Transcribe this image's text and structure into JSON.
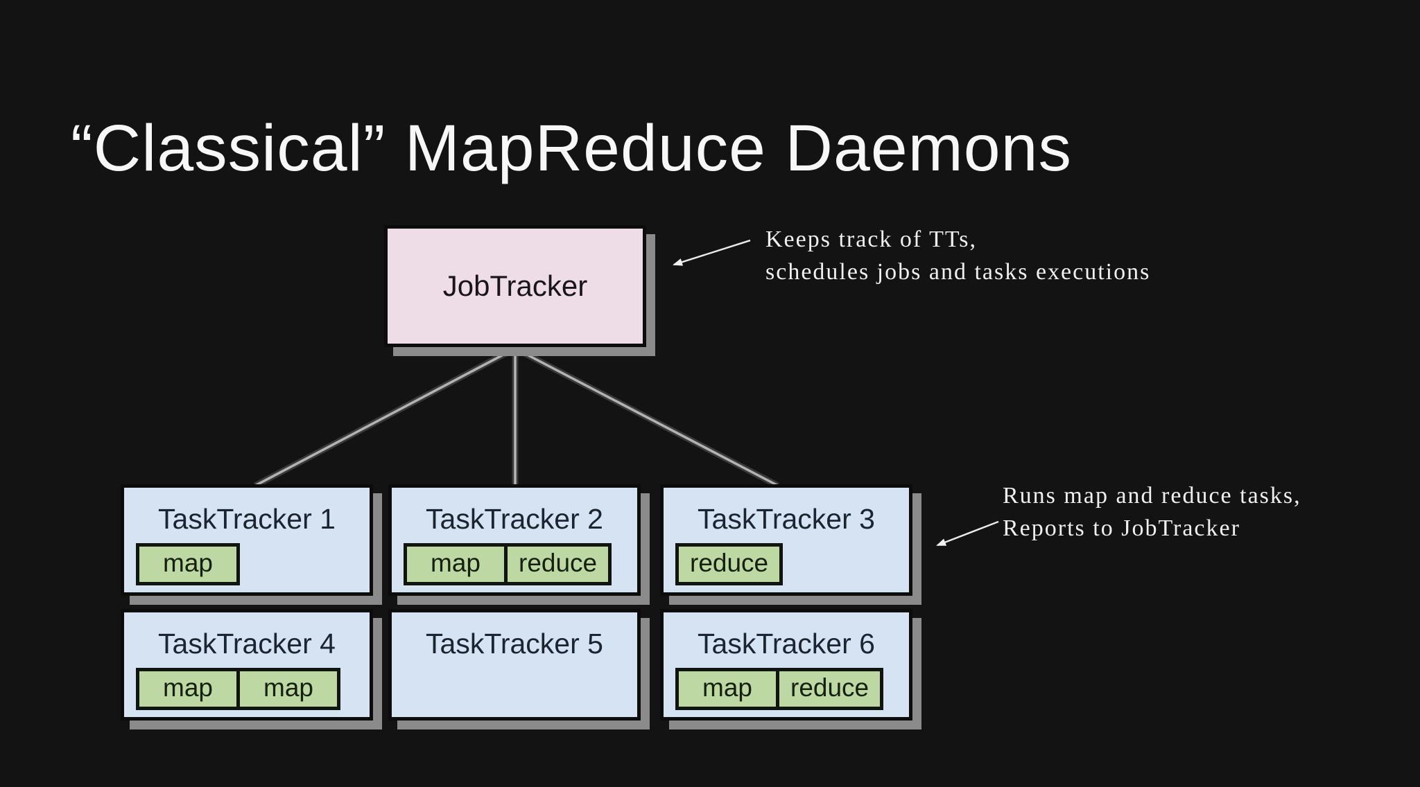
{
  "slide": {
    "title": "“Classical” MapReduce Daemons"
  },
  "diagram": {
    "job_tracker": {
      "label": "JobTracker"
    },
    "task_trackers": [
      {
        "label": "TaskTracker 1",
        "tasks": [
          "map"
        ]
      },
      {
        "label": "TaskTracker 2",
        "tasks": [
          "map",
          "reduce"
        ]
      },
      {
        "label": "TaskTracker 3",
        "tasks": [
          "reduce"
        ]
      },
      {
        "label": "TaskTracker 4",
        "tasks": [
          "map",
          "map"
        ]
      },
      {
        "label": "TaskTracker 5",
        "tasks": []
      },
      {
        "label": "TaskTracker 6",
        "tasks": [
          "map",
          "reduce"
        ]
      }
    ]
  },
  "annotations": {
    "job_tracker_note": {
      "line1": "Keeps track of TTs,",
      "line2": "schedules jobs and tasks executions"
    },
    "task_tracker_note": {
      "line1": "Runs map and reduce tasks,",
      "line2": "Reports to JobTracker"
    }
  },
  "colors": {
    "background": "#131313",
    "title_text": "#f7f7f7",
    "jobtracker_fill": "#eedde6",
    "tasktracker_fill": "#d5e3f2",
    "task_fill": "#bdd8a3",
    "box_border": "#0c0c0c",
    "box_shadow": "#8b8b8b",
    "connector_line": "#b3b3b3",
    "annotation_text": "#f0f0f0"
  }
}
